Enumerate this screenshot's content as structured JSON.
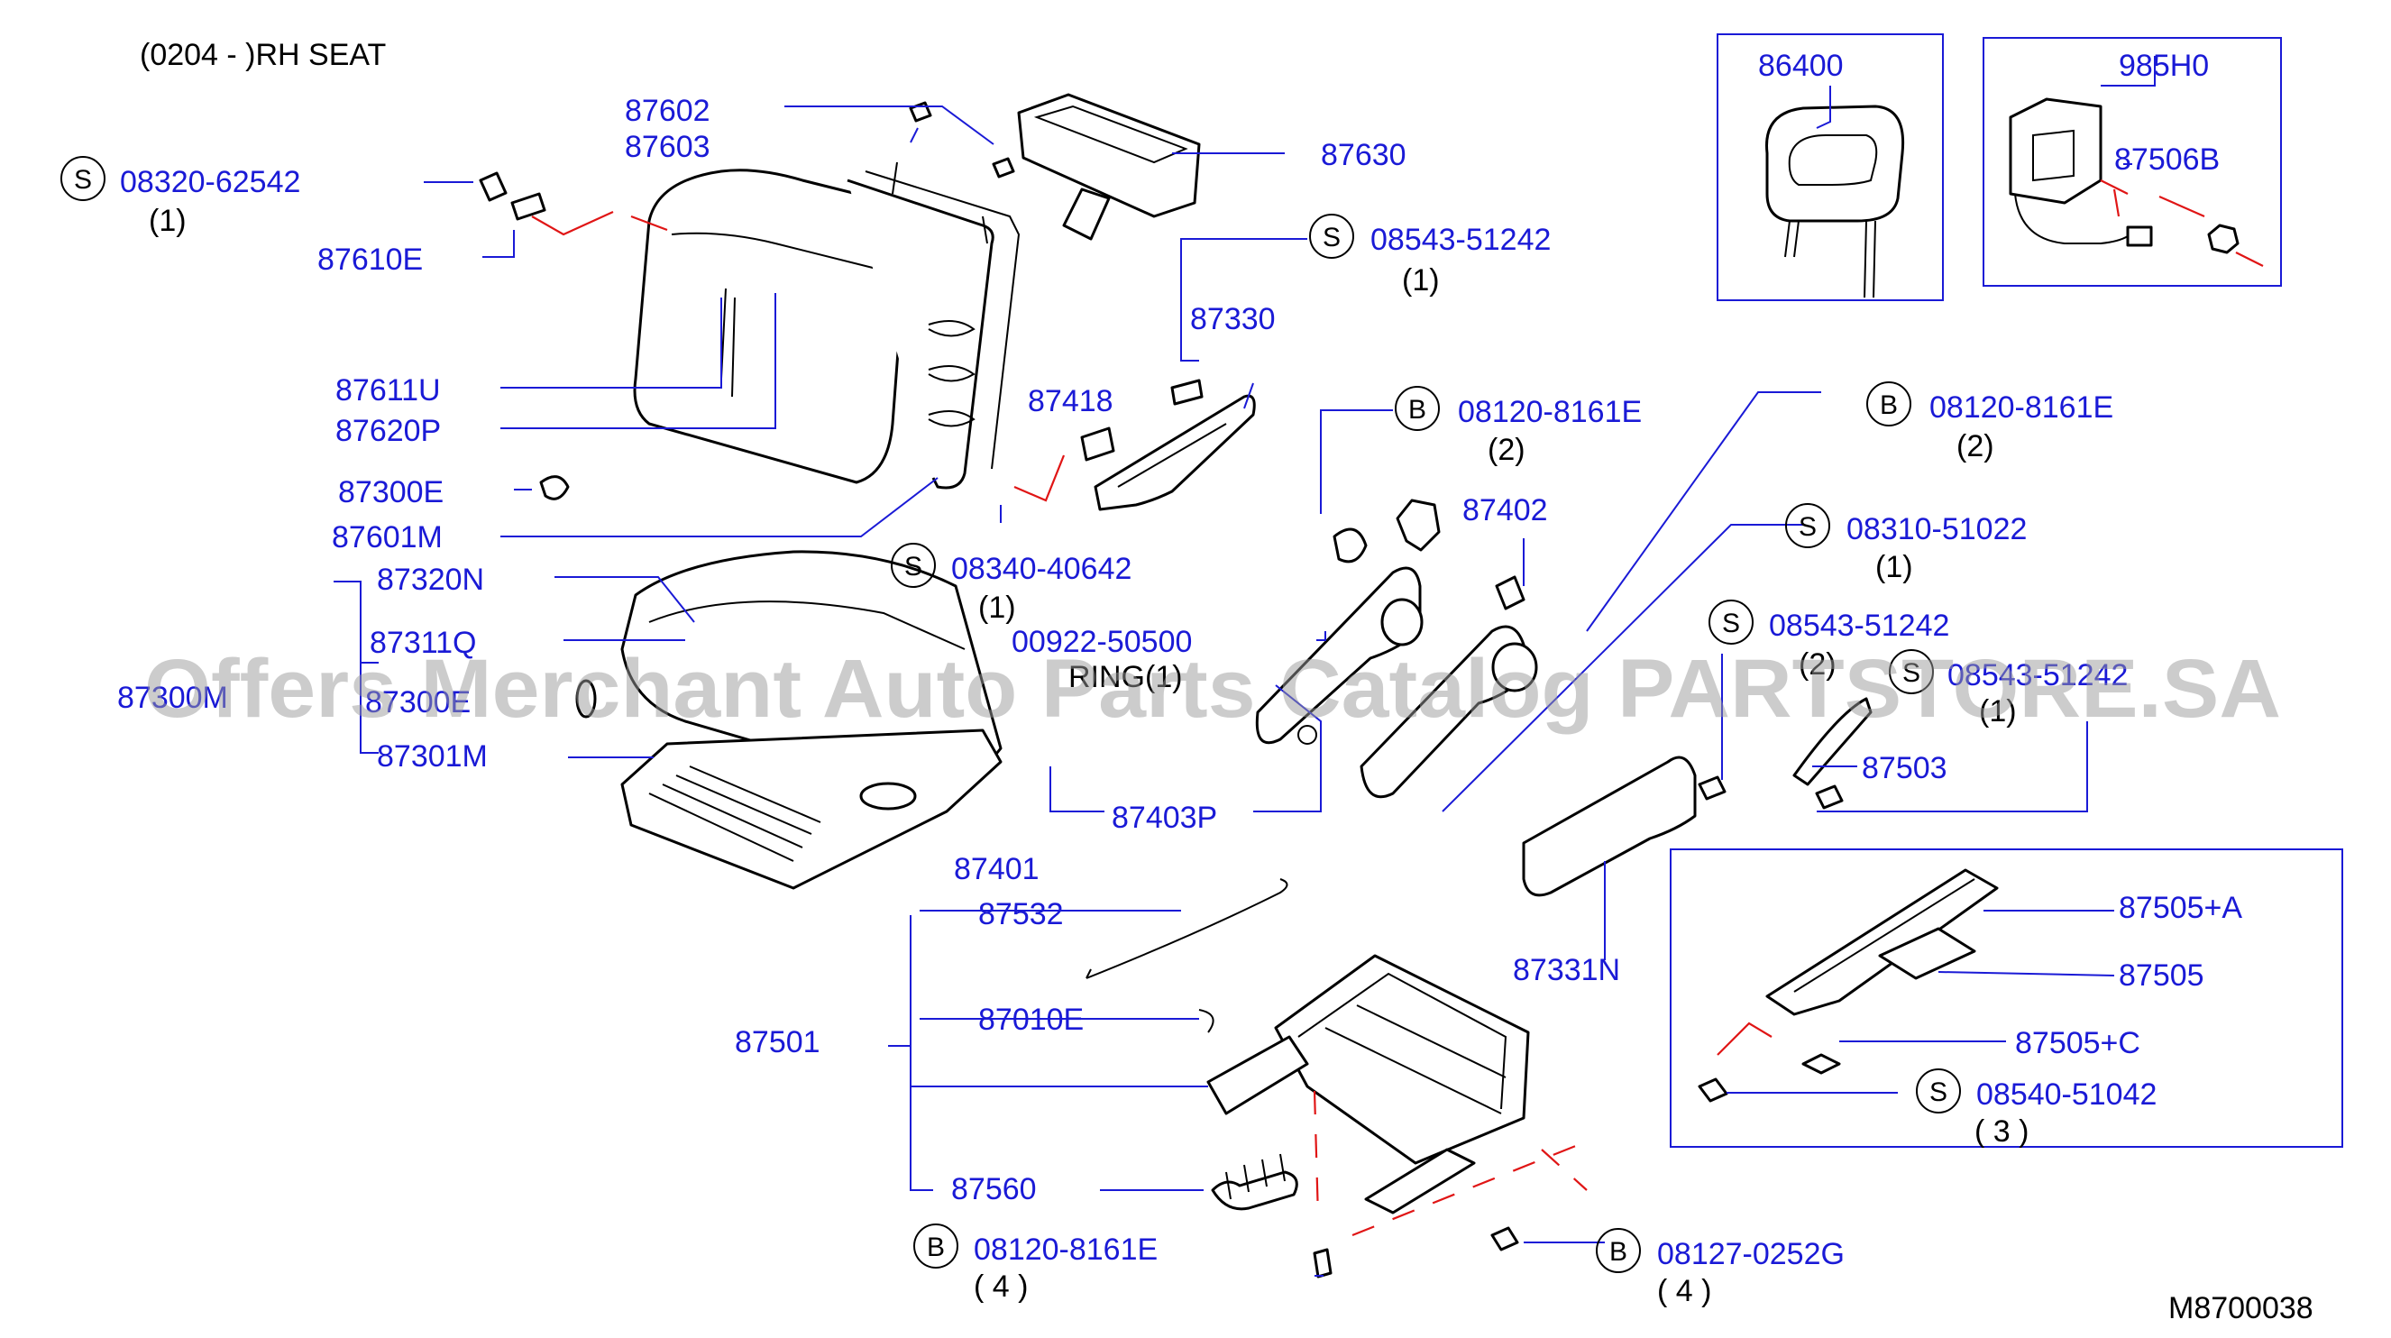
{
  "header": {
    "title": "(0204  -        )RH   SEAT"
  },
  "diagram_id": "M8700038",
  "watermark": "Offers Merchant Auto Parts Catalog PARTSTORE.SA",
  "colors": {
    "label_blue": "#1a1ad6",
    "leader_red": "#e01515",
    "line_black": "#000000"
  },
  "parts": {
    "p87602": "87602",
    "p87603": "87603",
    "p87630": "87630",
    "p87610E": "87610E",
    "p87611U": "87611U",
    "p87620P": "87620P",
    "p87300E": "87300E",
    "p87601M": "87601M",
    "p87320N": "87320N",
    "p87311Q": "87311Q",
    "p87300M": "87300M",
    "p87300E2": "87300E",
    "p87301M": "87301M",
    "p87330": "87330",
    "p87418": "87418",
    "p87402": "87402",
    "p00922": "00922-50500",
    "ring": "RING(1)",
    "p87401": "87401",
    "p87403P": "87403P",
    "p87503": "87503",
    "p87331N": "87331N",
    "p87532": "87532",
    "p87010E": "87010E",
    "p87501": "87501",
    "p87560": "87560",
    "p87505A": "87505+A",
    "p87505": "87505",
    "p87505C": "87505+C",
    "p86400": "86400",
    "p985H0": "985H0",
    "p87506B": "87506B"
  },
  "fasteners": [
    {
      "mark": "S",
      "part": "08320-62542",
      "qty": "(1)"
    },
    {
      "mark": "S",
      "part": "08543-51242",
      "qty": "(1)"
    },
    {
      "mark": "B",
      "part": "08120-8161E",
      "qty": "(2)"
    },
    {
      "mark": "B",
      "part": "08120-8161E",
      "qty": "(2)"
    },
    {
      "mark": "S",
      "part": "08310-51022",
      "qty": "(1)"
    },
    {
      "mark": "S",
      "part": "08340-40642",
      "qty": "(1)"
    },
    {
      "mark": "S",
      "part": "08543-51242",
      "qty": "(2)"
    },
    {
      "mark": "S",
      "part": "08543-51242",
      "qty": "(1)"
    },
    {
      "mark": "S",
      "part": "08540-51042",
      "qty": "(  3  )"
    },
    {
      "mark": "B",
      "part": "08120-8161E",
      "qty": "(  4  )"
    },
    {
      "mark": "B",
      "part": "08127-0252G",
      "qty": "(  4  )"
    }
  ]
}
